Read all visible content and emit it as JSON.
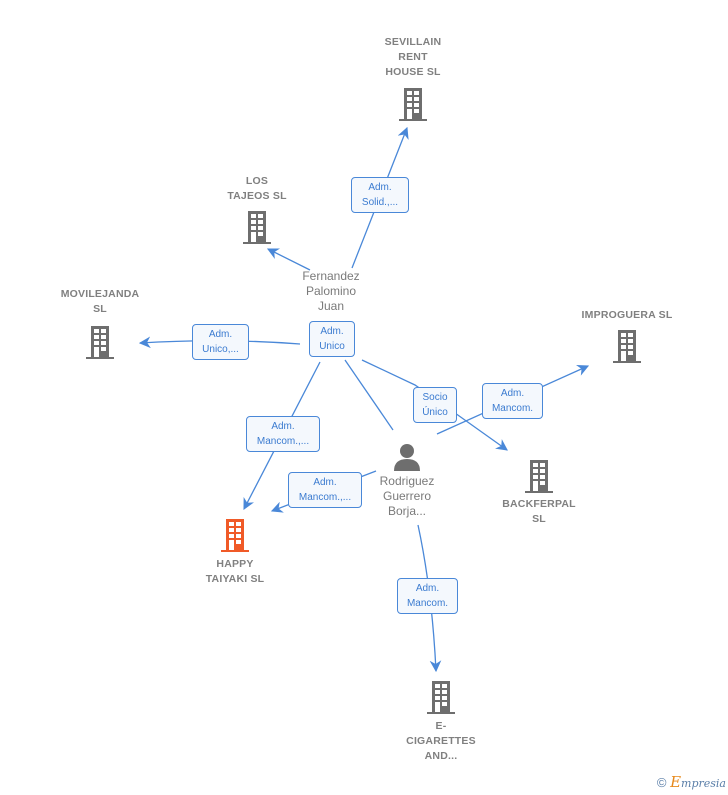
{
  "colors": {
    "edge": "#4a88d8",
    "company_icon": "#6e6e6e",
    "focus_icon": "#f05a28",
    "person_icon": "#6e6e6e"
  },
  "companies": [
    {
      "id": "sevillain",
      "label": "SEVILLAIN\nRENT\nHOUSE  SL",
      "focus": false
    },
    {
      "id": "los-tajeos",
      "label": "LOS\nTAJEOS SL",
      "focus": false
    },
    {
      "id": "movilejanda",
      "label": "MOVILEJANDA\nSL",
      "focus": false
    },
    {
      "id": "improguera",
      "label": "IMPROGUERA SL",
      "focus": false
    },
    {
      "id": "backferpal",
      "label": "BACKFERPAL\nSL",
      "focus": false
    },
    {
      "id": "happy-taiyaki",
      "label": "HAPPY\nTAIYAKI  SL",
      "focus": true
    },
    {
      "id": "e-cigarettes",
      "label": "E-\nCIGARETTES\nAND...",
      "focus": false
    }
  ],
  "persons": [
    {
      "id": "fernandez",
      "label": "Fernandez\nPalomino\nJuan",
      "icon": "none"
    },
    {
      "id": "rodriguez",
      "label": "Rodriguez\nGuerrero\nBorja...",
      "icon": "person-icon"
    }
  ],
  "edges": [
    {
      "from": "fernandez",
      "to": "sevillain",
      "label": "Adm.\nSolid.,..."
    },
    {
      "from": "fernandez",
      "to": "los-tajeos",
      "label": ""
    },
    {
      "from": "fernandez",
      "to": "movilejanda",
      "label": "Adm.\nUnico,..."
    },
    {
      "from": "fernandez",
      "to": "self",
      "label": "Adm.\nUnico"
    },
    {
      "from": "fernandez",
      "to": "backferpal",
      "label": "Socio\nÚnico"
    },
    {
      "from": "fernandez",
      "to": "happy-taiyaki",
      "label": "Adm.\nMancom.,..."
    },
    {
      "from": "fernandez",
      "to": "rodriguez",
      "label": ""
    },
    {
      "from": "rodriguez",
      "to": "improguera",
      "label": "Adm.\nMancom."
    },
    {
      "from": "rodriguez",
      "to": "happy-taiyaki",
      "label": "Adm.\nMancom.,..."
    },
    {
      "from": "rodriguez",
      "to": "e-cigarettes",
      "label": "Adm.\nMancom."
    }
  ],
  "footer": {
    "copyright_symbol": "©",
    "brand_initial": "E",
    "brand_rest": "mpresia"
  }
}
